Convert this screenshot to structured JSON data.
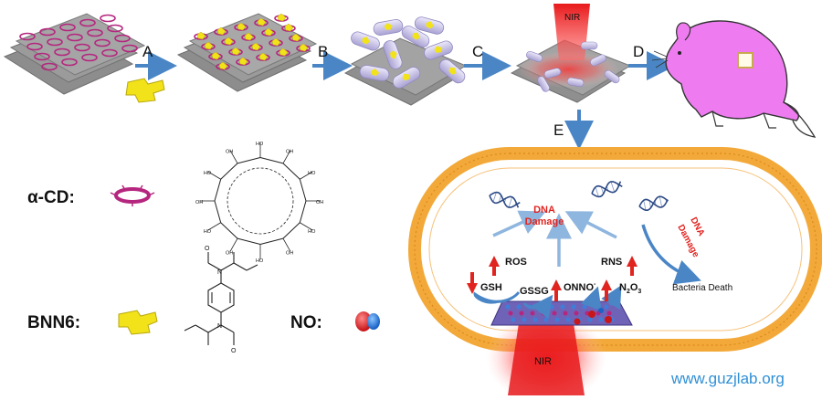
{
  "steps": {
    "a": "A",
    "b": "B",
    "c": "C",
    "d": "D",
    "e": "E"
  },
  "nir_top": "NIR",
  "nir_bottom": "NIR",
  "legend": {
    "alpha_cd": "α-CD:",
    "bnn6": "BNN6:",
    "no": "NO:"
  },
  "cell": {
    "dna_damage_left_1": "DNA",
    "dna_damage_left_2": "Damage",
    "dna_damage_right_1": "DNA",
    "dna_damage_right_2": "Damage",
    "ros": "ROS",
    "rns": "RNS",
    "gsh": "GSH",
    "gssg": "GSSG",
    "onno": "ONNO",
    "onno_sup": "-",
    "n2o3_n": "N",
    "n2o3_2": "2",
    "n2o3_o": "O",
    "n2o3_3": "3",
    "bacteria_death": "Bacteria Death"
  },
  "chem": {
    "oh": "OH",
    "ho": "HO",
    "o": "O",
    "n": "N"
  },
  "watermark": "www.guzjlab.org",
  "colors": {
    "sheet": "#8d8d8d",
    "ring": "#b5267e",
    "bnn6": "#f2e21a",
    "capsule": "#c9c4e6",
    "membrane": "#f3a93a",
    "arrow": "#4a86c6",
    "red": "#e0241f",
    "mouse": "#ee7cf0",
    "watermark": "#2f8fd6"
  }
}
